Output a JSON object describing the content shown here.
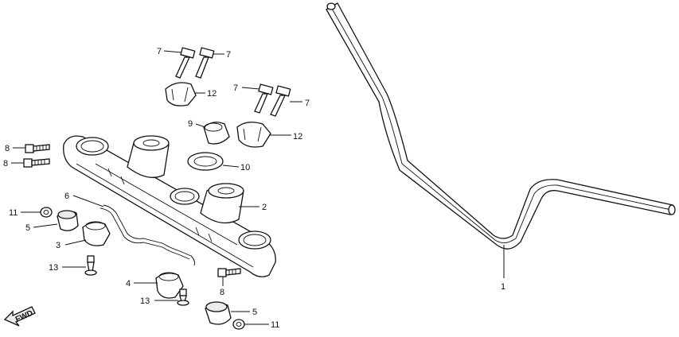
{
  "diagram": {
    "part_labels": {
      "p1": "1",
      "p2": "2",
      "p3": "3",
      "p4": "4",
      "p5a": "5",
      "p5b": "5",
      "p6": "6",
      "p7a": "7",
      "p7b": "7",
      "p7c": "7",
      "p7d": "7",
      "p8a": "8",
      "p8b": "8",
      "p8c": "8",
      "p9": "9",
      "p10": "10",
      "p11a": "11",
      "p11b": "11",
      "p12a": "12",
      "p12b": "12",
      "p13a": "13",
      "p13b": "13"
    },
    "fwd_label": "FWD"
  },
  "colors": {
    "line": "#111111",
    "background": "#ffffff"
  }
}
